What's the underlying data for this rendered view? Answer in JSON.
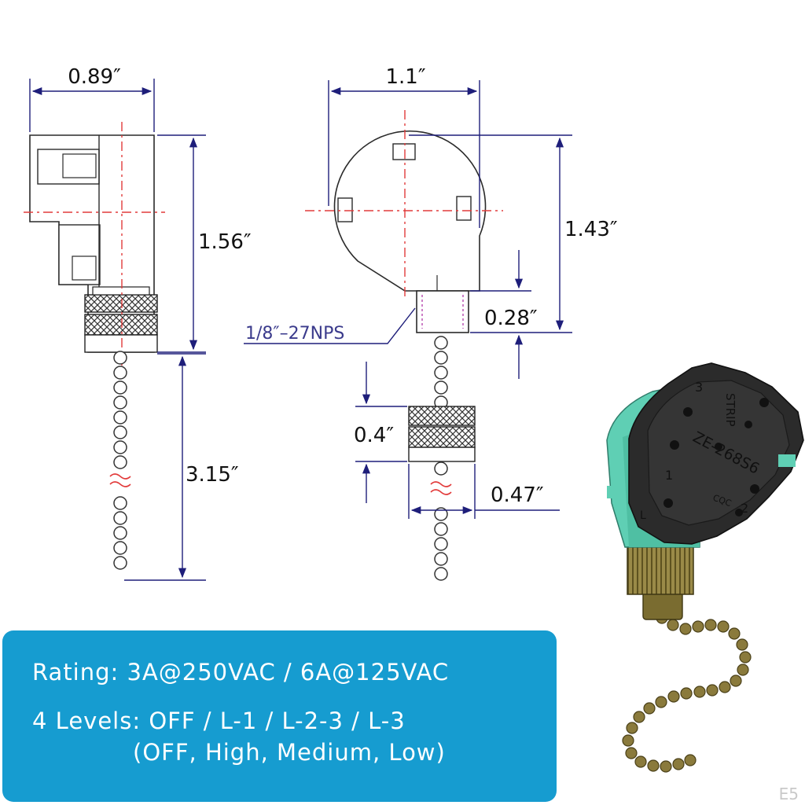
{
  "dimensions": {
    "side_width": "0.89″",
    "side_height": "1.56″",
    "chain_length": "3.15″",
    "front_width": "1.1″",
    "front_height": "1.43″",
    "thread_height": "0.28″",
    "thread_spec": "1/8″–27NPS",
    "knob_height": "0.4″",
    "knob_width": "0.47″"
  },
  "product_labels": {
    "model": "ZE-268S6",
    "strip": "STRIP",
    "cqc": "CQC",
    "terminals": [
      "L",
      "1",
      "2",
      "3"
    ]
  },
  "specs": {
    "rating": "Rating: 3A@250VAC / 6A@125VAC",
    "levels": "4 Levels: OFF / L-1 / L-2-3 / L-3",
    "levels_note": "(OFF, High, Medium, Low)"
  },
  "watermark": "E5",
  "colors": {
    "dimension_line": "#1e1e7a",
    "center_line": "#e23b3b",
    "spec_box": "#169cd0",
    "switch_body": "#2b2b2b",
    "switch_base": "#5fcfb4",
    "brass": "#8a7a3c"
  }
}
